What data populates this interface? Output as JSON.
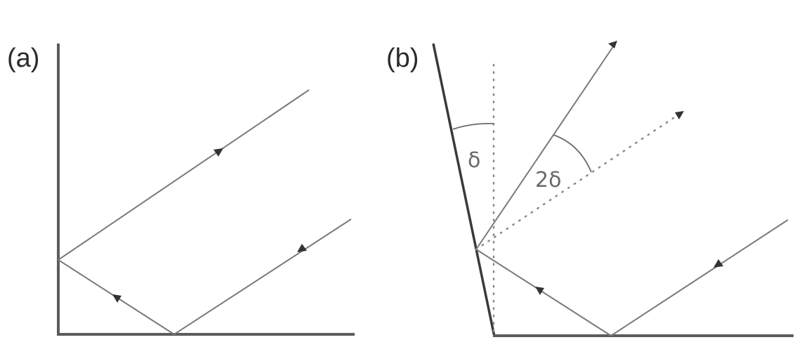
{
  "figure": {
    "panels": [
      {
        "id": "a",
        "label": "(a)",
        "description": "Ray reflected by two perpendicular mirrors returns antiparallel"
      },
      {
        "id": "b",
        "label": "(b)",
        "description": "One mirror tilted by angle delta; returning ray deviates by 2 delta",
        "angle_labels": {
          "tilt": "δ",
          "deviation": "2δ"
        }
      }
    ],
    "colors": {
      "axis": "#5c5c5c",
      "mirror": "#3a3a3a",
      "ray": "#7a7a7a",
      "arrowhead": "#333333",
      "text": "#2b2b2b"
    }
  }
}
